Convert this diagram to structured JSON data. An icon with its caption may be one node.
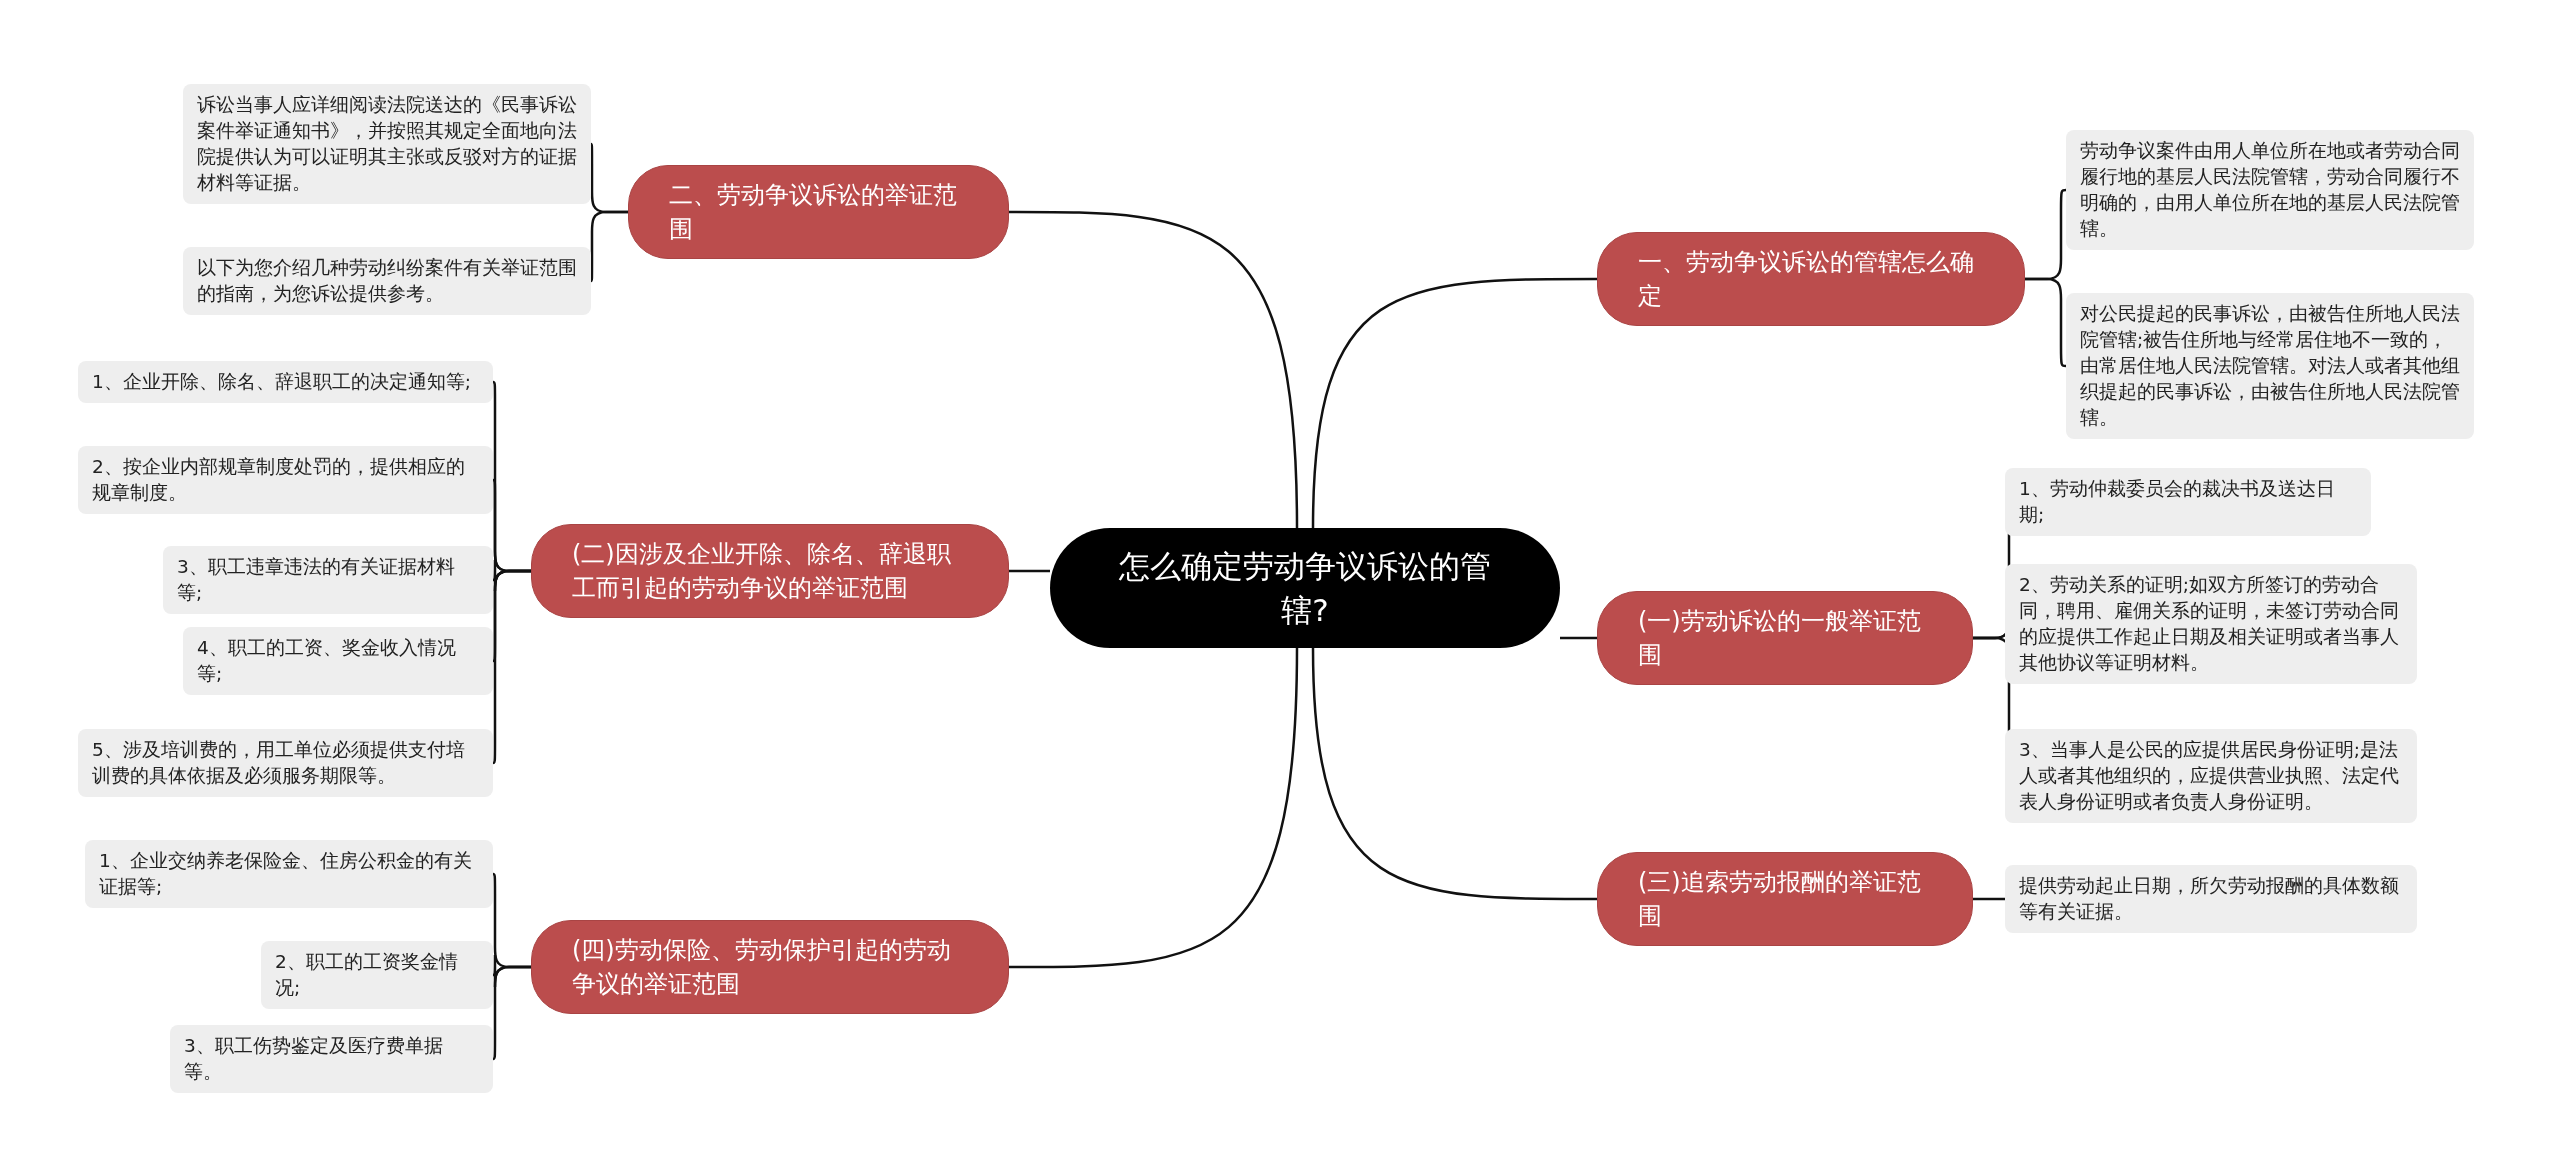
{
  "diagram": {
    "nodes": [
      {
        "text": [
          "怎么确定劳动争议诉讼的管辖?"
        ]
      },
      {
        "text": [
          "二、劳动争议诉讼的举证范围"
        ]
      },
      {
        "text": [
          "诉讼当事人应详细阅读法院送达的《民事诉讼案件举证通知书》，并按照其规定全面地向法院提供认为可以证明其主张或反驳对方的证据材料等证据。"
        ]
      },
      {
        "text": [
          "以下为您介绍几种劳动纠纷案件有关举证范围的指南，为您诉讼提供参考。"
        ]
      },
      {
        "text": [
          "(二)因涉及企业开除、除名、辞退职工而引起的劳动争议的举证范围"
        ]
      },
      {
        "text": [
          "1、企业开除、除名、辞退职工的决定通知等;"
        ]
      },
      {
        "text": [
          "2、按企业内部规章制度处罚的，提供相应的规章制度。"
        ]
      },
      {
        "text": [
          "3、职工违章违法的有关证据材料等;"
        ]
      },
      {
        "text": [
          "4、职工的工资、奖金收入情况等;"
        ]
      },
      {
        "text": [
          "5、涉及培训费的，用工单位必须提供支付培训费的具体依据及必须服务期限等。"
        ]
      },
      {
        "text": [
          "(四)劳动保险、劳动保护引起的劳动争议的举证范围"
        ]
      },
      {
        "text": [
          "1、企业交纳养老保险金、住房公积金的有关证据等;"
        ]
      },
      {
        "text": [
          "2、职工的工资奖金情况;"
        ]
      },
      {
        "text": [
          "3、职工伤势鉴定及医疗费单据等。"
        ]
      },
      {
        "text": [
          "一、劳动争议诉讼的管辖怎么确定"
        ]
      },
      {
        "text": [
          "劳动争议案件由用人单位所在地或者劳动合同履行地的基层人民法院管辖，劳动合同履行不明确的，由用人单位所在地的基层人民法院管辖。"
        ]
      },
      {
        "text": [
          "对公民提起的民事诉讼，由被告住所地人民法院管辖;被告住所地与经常居住地不一致的，由常居住地人民法院管辖。对法人或者其他组织提起的民事诉讼，由被告住所地人民法院管辖。"
        ]
      },
      {
        "text": [
          "(一)劳动诉讼的一般举证范围"
        ]
      },
      {
        "text": [
          "1、劳动仲裁委员会的裁决书及送达日期;"
        ]
      },
      {
        "text": [
          "2、劳动关系的证明;如双方所签订的劳动合同，聘用、雇佣关系的证明，未签订劳动合同的应提供工作起止日期及相关证明或者当事人其他协议等证明材料。"
        ]
      },
      {
        "text": [
          "3、当事人是公民的应提供居民身份证明;是法人或者其他组织的，应提供营业执照、法定代表人身份证明或者负责人身份证明。"
        ]
      },
      {
        "text": [
          "(三)追索劳动报酬的举证范围"
        ]
      },
      {
        "text": [
          "提供劳动起止日期，所欠劳动报酬的具体数额等有关证据。"
        ]
      }
    ],
    "edges": [
      {
        "from": 0,
        "to": 1,
        "arrow": "none"
      },
      {
        "from": 1,
        "to": 2,
        "arrow": "none"
      },
      {
        "from": 1,
        "to": 3,
        "arrow": "none"
      },
      {
        "from": 0,
        "to": 4,
        "arrow": "none"
      },
      {
        "from": 4,
        "to": 5,
        "arrow": "none"
      },
      {
        "from": 4,
        "to": 6,
        "arrow": "none"
      },
      {
        "from": 4,
        "to": 7,
        "arrow": "none"
      },
      {
        "from": 4,
        "to": 8,
        "arrow": "none"
      },
      {
        "from": 4,
        "to": 9,
        "arrow": "none"
      },
      {
        "from": 0,
        "to": 10,
        "arrow": "none"
      },
      {
        "from": 10,
        "to": 11,
        "arrow": "none"
      },
      {
        "from": 10,
        "to": 12,
        "arrow": "none"
      },
      {
        "from": 10,
        "to": 13,
        "arrow": "none"
      },
      {
        "from": 0,
        "to": 14,
        "arrow": "none"
      },
      {
        "from": 14,
        "to": 15,
        "arrow": "none"
      },
      {
        "from": 14,
        "to": 16,
        "arrow": "none"
      },
      {
        "from": 0,
        "to": 17,
        "arrow": "none"
      },
      {
        "from": 17,
        "to": 18,
        "arrow": "none"
      },
      {
        "from": 17,
        "to": 19,
        "arrow": "none"
      },
      {
        "from": 17,
        "to": 20,
        "arrow": "none"
      },
      {
        "from": 0,
        "to": 21,
        "arrow": "none"
      },
      {
        "from": 21,
        "to": 22,
        "arrow": "none"
      }
    ]
  }
}
